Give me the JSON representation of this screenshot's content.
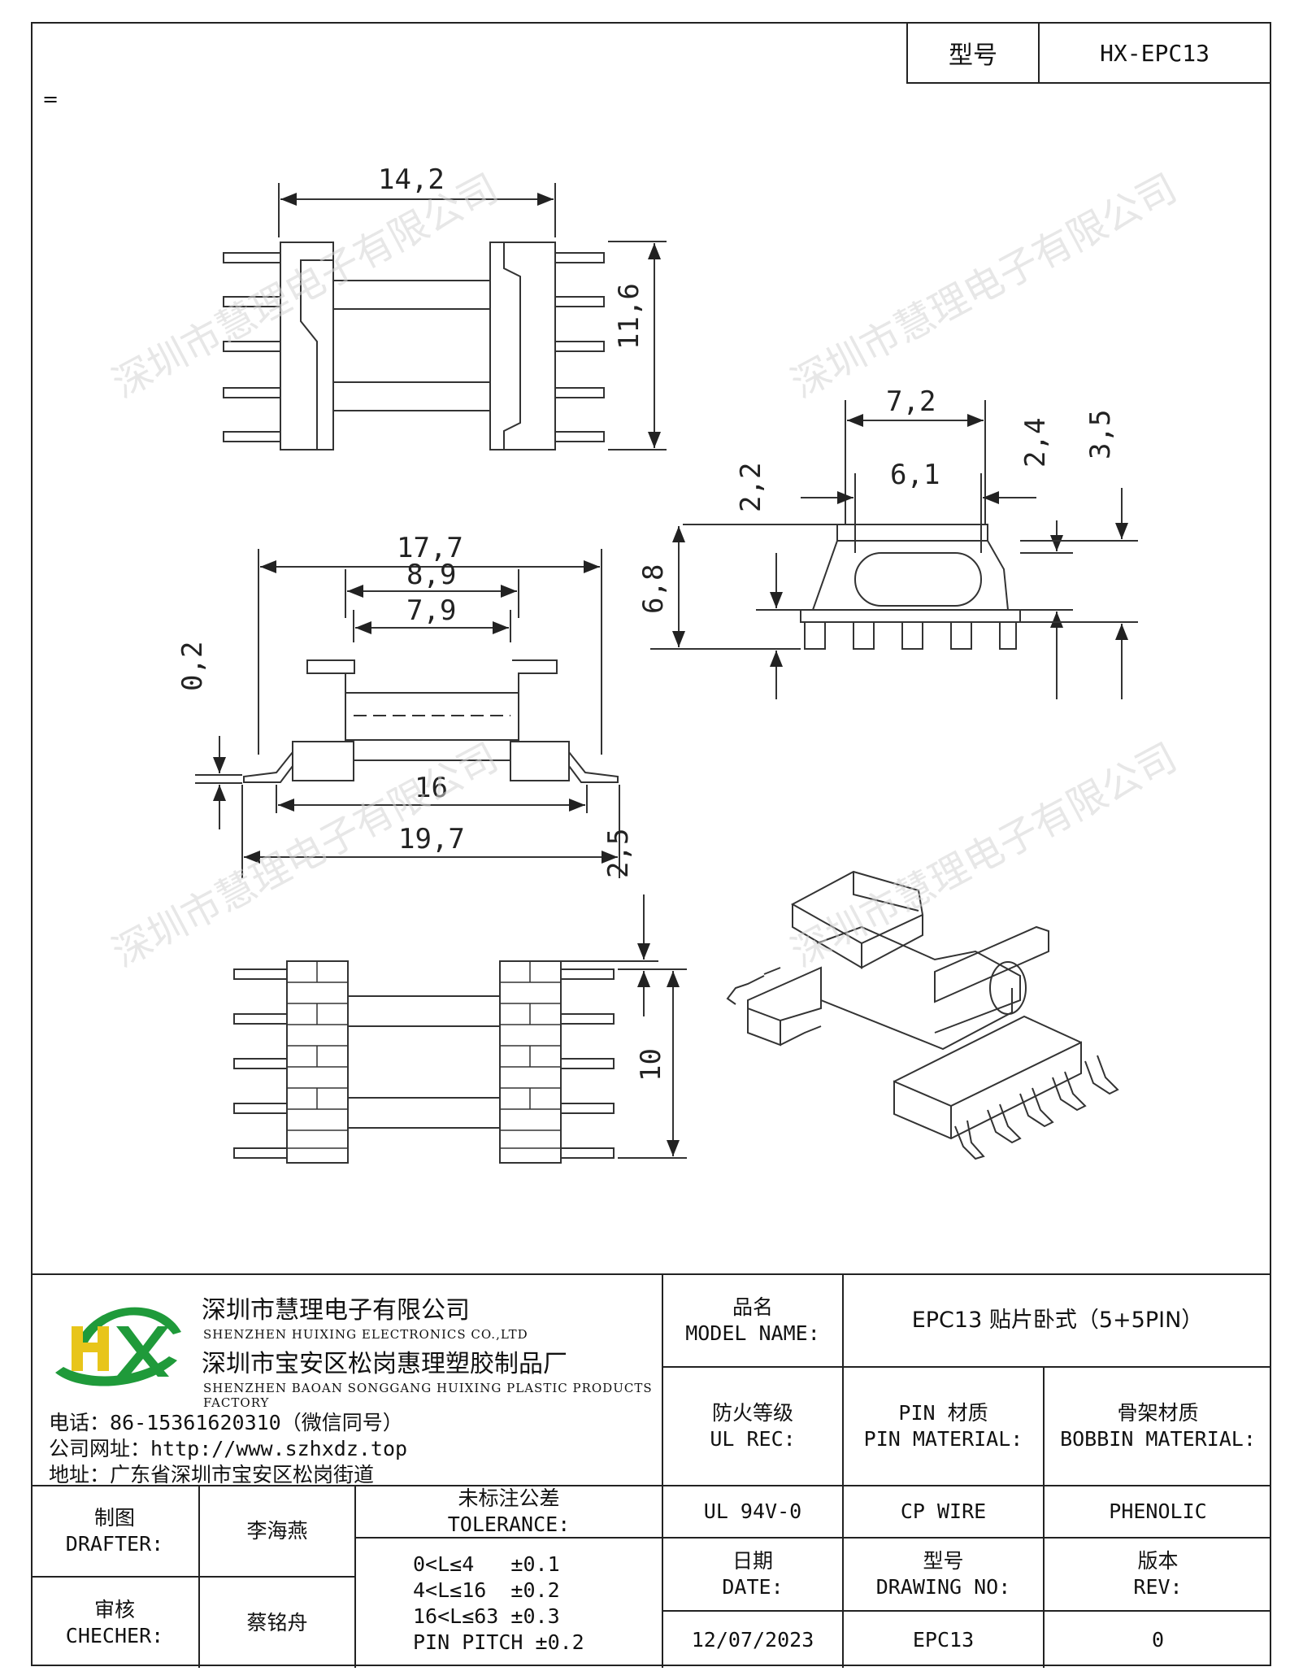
{
  "header": {
    "model_label": "型号",
    "model_value": "HX-EPC13",
    "stray_mark": "="
  },
  "dimensions": {
    "top_view_width": "14,2",
    "top_view_height": "11,6",
    "front_overall": "17,7",
    "front_inner": "8,9",
    "front_core": "7,9",
    "front_pin_offset": "0,2",
    "front_pad_span": "16",
    "front_total": "19,7",
    "side_outer": "7,2",
    "side_inner": "6,1",
    "side_h1": "2,2",
    "side_h2": "6,8",
    "side_h3": "2,4",
    "side_h4": "3,5",
    "bottom_offset": "2,5",
    "bottom_span": "10"
  },
  "watermark": "深圳市慧理电子有限公司",
  "company": {
    "name_cn_1": "深圳市慧理电子有限公司",
    "name_en_1": "SHENZHEN HUIXING ELECTRONICS CO.,LTD",
    "name_cn_2": "深圳市宝安区松岗惠理塑胶制品厂",
    "name_en_2": "SHENZHEN BAOAN SONGGANG HUIXING PLASTIC PRODUCTS FACTORY",
    "phone": "电话：86-15361620310（微信同号）",
    "website": "公司网址：http://www.szhxdz.top",
    "address": "地址：广东省深圳市宝安区松岗街道"
  },
  "logo": {
    "letters": "HX",
    "green": "#1f9a3a",
    "yellow": "#e8c51a"
  },
  "table": {
    "model_name_label_cn": "品名",
    "model_name_label_en": "MODEL NAME:",
    "model_name_value": "EPC13 贴片卧式（5+5PIN）",
    "ul_label_cn": "防火等级",
    "ul_label_en": "UL REC:",
    "pin_label_cn": "PIN 材质",
    "pin_label_en": "PIN MATERIAL:",
    "bobbin_label_cn": "骨架材质",
    "bobbin_label_en": "BOBBIN MATERIAL:",
    "ul_value": "UL 94V-0",
    "pin_value": "CP WIRE",
    "bobbin_value": "PHENOLIC",
    "drafter_cn": "制图",
    "drafter_en": "DRAFTER:",
    "drafter_name": "李海燕",
    "checker_cn": "审核",
    "checker_en": "CHECHER:",
    "checker_name": "蔡铭舟",
    "tolerance_cn": "未标注公差",
    "tolerance_en": "TOLERANCE:",
    "tolerance_lines": [
      "0<L≤4   ±0.1",
      "4<L≤16  ±0.2",
      "16<L≤63 ±0.3",
      "PIN PITCH ±0.2"
    ],
    "date_cn": "日期",
    "date_en": "DATE:",
    "date_value": "12/07/2023",
    "drawing_cn": "型号",
    "drawing_en": "DRAWING NO:",
    "drawing_value": "EPC13",
    "rev_cn": "版本",
    "rev_en": "REV:",
    "rev_value": "0"
  }
}
